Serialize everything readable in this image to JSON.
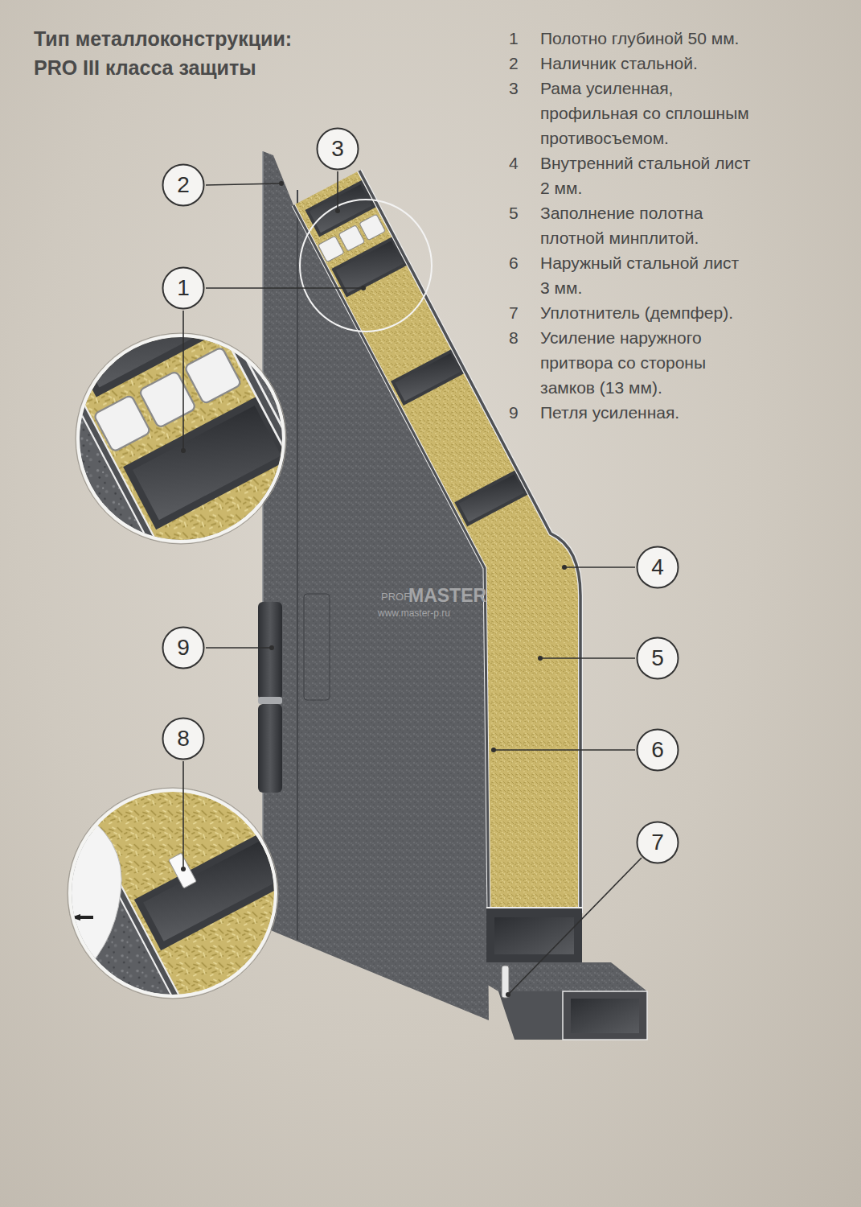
{
  "diagram": {
    "title": "Тип металлоконструкции: PRO III класса защиты",
    "nodes": [
      {
        "text": [
          "3"
        ]
      },
      {
        "text": [
          "2"
        ]
      },
      {
        "text": [
          "1"
        ]
      },
      {
        "text": [
          "4"
        ]
      },
      {
        "text": [
          "9"
        ]
      },
      {
        "text": [
          "5"
        ]
      },
      {
        "text": [
          "8"
        ]
      },
      {
        "text": [
          "6"
        ]
      },
      {
        "text": [
          "7"
        ]
      }
    ],
    "labels": [
      "1",
      "Полотно глубиной 50 мм.",
      "2",
      "Наличник стальной.",
      "3",
      "Рама усиленная, профильная со сплошным противосъемом.",
      "4",
      "Внутренний стальной лист 2 мм.",
      "5",
      "Заполнение полотна плотной минплитой.",
      "6",
      "Наружный стальной лист 3 мм.",
      "7",
      "Уплотнитель (демпфер).",
      "8",
      "Усиление наружного притвора со стороны замков (13 мм).",
      "9",
      "Петля усиленная.",
      "PROF",
      "MASTER",
      "www.master-p.ru"
    ]
  }
}
